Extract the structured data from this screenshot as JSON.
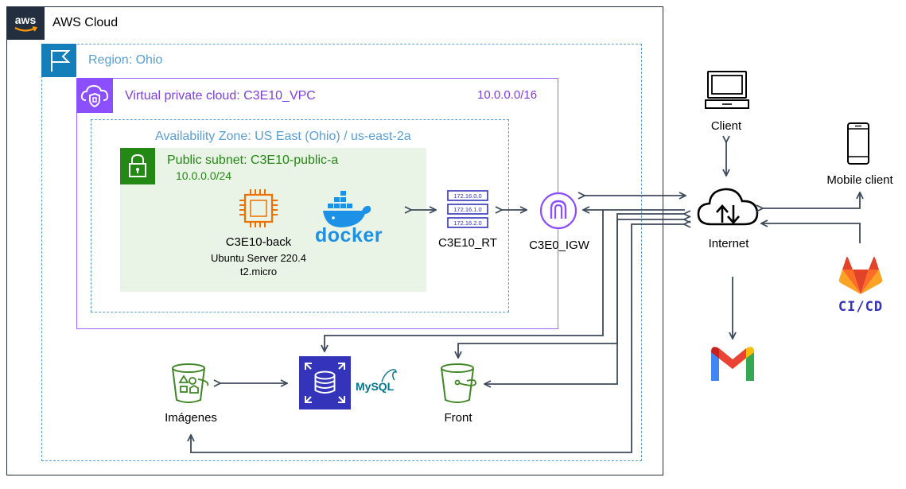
{
  "aws_cloud": {
    "label": "AWS Cloud",
    "logo_text": "aws"
  },
  "region": {
    "label": "Region: Ohio"
  },
  "vpc": {
    "label": "Virtual private cloud: C3E10_VPC",
    "cidr": "10.0.0.0/16"
  },
  "az": {
    "label": "Availability Zone: US East (Ohio) / us-east-2a"
  },
  "subnet": {
    "label": "Public subnet: C3E10-public-a",
    "cidr": "10.0.0.0/24"
  },
  "ec2": {
    "name": "C3E10-back",
    "os": "Ubuntu Server 220.4",
    "type": "t2.micro"
  },
  "docker": {
    "label": "docker"
  },
  "route_table": {
    "label": "C3E10_RT",
    "entries": [
      "172.16.0.0",
      "172.16.1.0",
      "172.16.2.0"
    ]
  },
  "igw": {
    "label": "C3E0_IGW"
  },
  "client": {
    "label": "Client"
  },
  "mobile_client": {
    "label": "Mobile client"
  },
  "internet": {
    "label": "Internet"
  },
  "cicd": {
    "label": "CI/CD"
  },
  "images_bucket": {
    "label": "Imágenes"
  },
  "front_bucket": {
    "label": "Front"
  },
  "mysql": {
    "label": "MySQL"
  },
  "colors": {
    "aws_border": "#232f3e",
    "region": "#147eba",
    "region_dash": "#5a9fd4",
    "vpc": "#8c4fff",
    "az_dash": "#5a9fd4",
    "subnet_fill": "#e9f3e6",
    "subnet_green": "#248814",
    "ec2_orange": "#ed7100",
    "docker_blue": "#1d91e6",
    "s3_green": "#3f8624",
    "rds_blue": "#3334b9",
    "arrow": "#3d4a5b"
  }
}
